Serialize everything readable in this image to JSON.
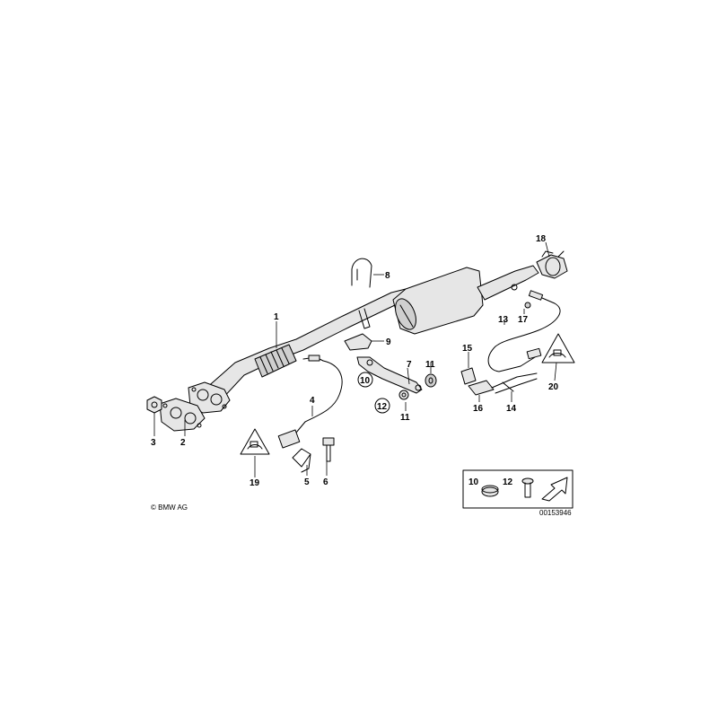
{
  "labels": {
    "p1": "1",
    "p2": "2",
    "p3": "3",
    "p4": "4",
    "p5": "5",
    "p6": "6",
    "p7": "7",
    "p8": "8",
    "p9": "9",
    "p10": "10",
    "p11a": "11",
    "p11b": "11",
    "p12": "12",
    "p13": "13",
    "p14": "14",
    "p15": "15",
    "p16": "16",
    "p17": "17",
    "p18": "18",
    "p19": "19",
    "p20": "20"
  },
  "legend_box": {
    "item_a": "10",
    "item_b": "12"
  },
  "copyright": "© BMW AG",
  "drawing_number": "00153946"
}
